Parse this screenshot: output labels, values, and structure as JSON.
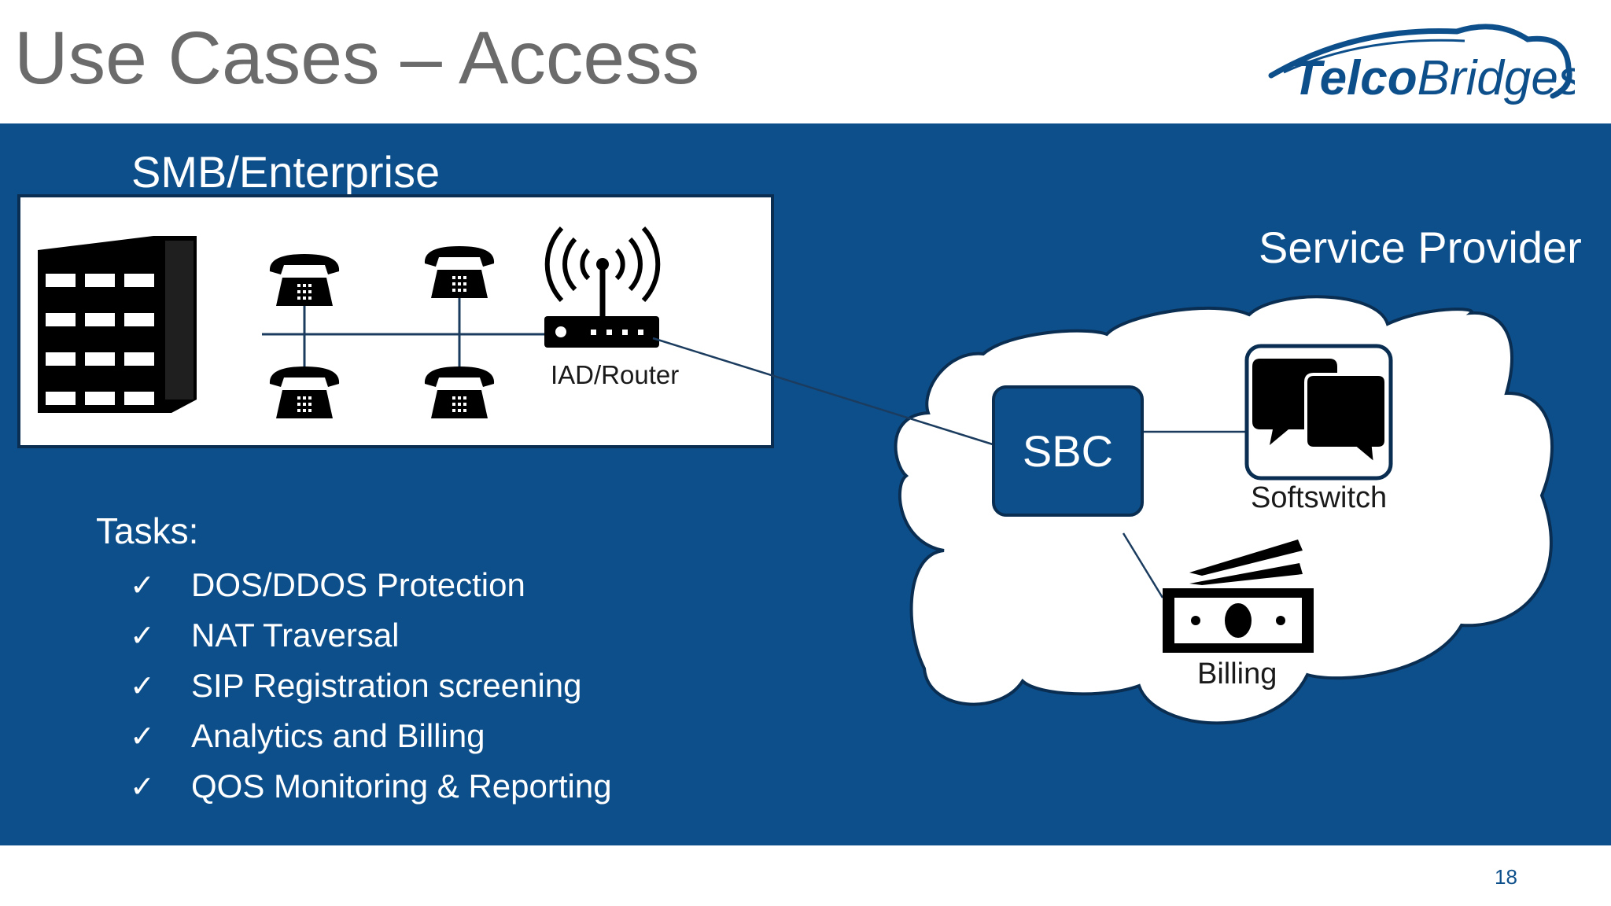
{
  "slide": {
    "title": "Use Cases – Access",
    "page_number": "18"
  },
  "logo": {
    "text_telco": "Telco",
    "text_bridges": "Bridges",
    "color": "#0d4f8b"
  },
  "enterprise": {
    "label": "SMB/Enterprise",
    "router_label": "IAD/Router",
    "icons": [
      "office-building-icon",
      "desk-phone-icon",
      "wifi-router-icon"
    ]
  },
  "provider": {
    "label": "Service Provider",
    "sbc_label": "SBC",
    "softswitch_label": "Softswitch",
    "billing_label": "Billing",
    "icons": [
      "cloud-icon",
      "chat-bubbles-icon",
      "money-icon"
    ]
  },
  "tasks": {
    "heading": "Tasks:",
    "check_symbol": "✓",
    "items": [
      "DOS/DDOS Protection",
      "NAT Traversal",
      "SIP Registration screening",
      "Analytics and Billing",
      "QOS Monitoring & Reporting"
    ]
  },
  "colors": {
    "panel": "#0d4f8b",
    "outline": "#0a2e52",
    "title_gray": "#6b6b6b"
  }
}
